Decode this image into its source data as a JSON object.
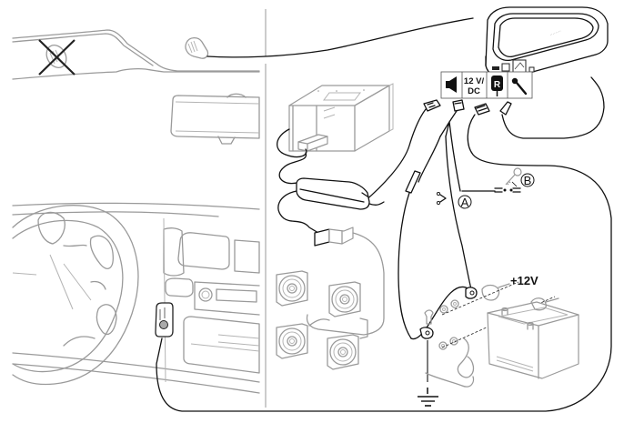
{
  "diagram": {
    "title": "Hands-free car kit installation wiring diagram",
    "panels": {
      "left": "vehicle-interior",
      "right": "wiring-connections"
    },
    "port_labels": {
      "speaker": "speaker-icon",
      "power_line1": "12 V/",
      "power_line2": "DC",
      "remote": "R",
      "microphone": "microphone-icon"
    },
    "battery_label": "+12V",
    "callouts": {
      "a": "A",
      "b": "B"
    },
    "callout_icons": {
      "a": "scissors-icon",
      "b": "key-icon"
    },
    "annotations": {
      "incorrect_mic_position": "x-mark",
      "ground": "ground-symbol"
    },
    "colors": {
      "line_dark": "#111111",
      "line_light": "#9a9a9a",
      "background": "#ffffff"
    }
  }
}
